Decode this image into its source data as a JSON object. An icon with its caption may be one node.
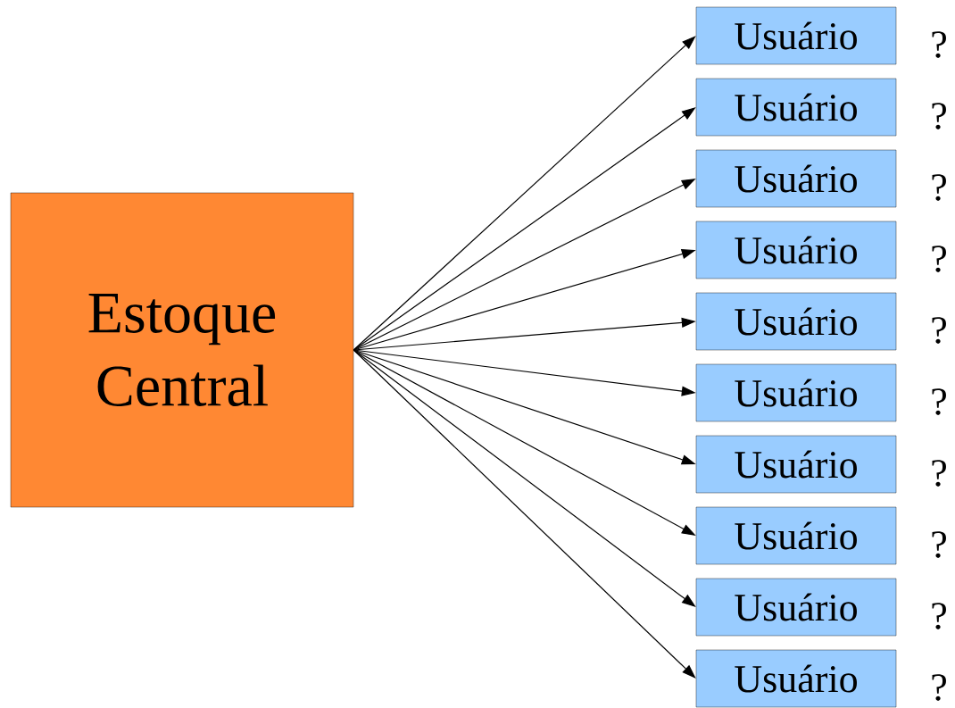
{
  "diagram": {
    "nodes": [
      {
        "text": [
          "Estoque Central"
        ]
      },
      {
        "text": [
          "Usuário"
        ],
        "beside": [
          "?"
        ]
      },
      {
        "text": [
          "Usuário"
        ],
        "beside": [
          "?"
        ]
      },
      {
        "text": [
          "Usuário"
        ],
        "beside": [
          "?"
        ]
      },
      {
        "text": [
          "Usuário"
        ],
        "beside": [
          "?"
        ]
      },
      {
        "text": [
          "Usuário"
        ],
        "beside": [
          "?"
        ]
      },
      {
        "text": [
          "Usuário"
        ],
        "beside": [
          "?"
        ]
      },
      {
        "text": [
          "Usuário"
        ],
        "beside": [
          "?"
        ]
      },
      {
        "text": [
          "Usuário"
        ],
        "beside": [
          "?"
        ]
      },
      {
        "text": [
          "Usuário"
        ],
        "beside": [
          "?"
        ]
      },
      {
        "text": [
          "Usuário"
        ],
        "beside": [
          "?"
        ]
      }
    ],
    "edges": [
      {
        "from": 0,
        "to": 1,
        "arrow": "to"
      },
      {
        "from": 0,
        "to": 2,
        "arrow": "to"
      },
      {
        "from": 0,
        "to": 3,
        "arrow": "to"
      },
      {
        "from": 0,
        "to": 4,
        "arrow": "to"
      },
      {
        "from": 0,
        "to": 5,
        "arrow": "to"
      },
      {
        "from": 0,
        "to": 6,
        "arrow": "to"
      },
      {
        "from": 0,
        "to": 7,
        "arrow": "to"
      },
      {
        "from": 0,
        "to": 8,
        "arrow": "to"
      },
      {
        "from": 0,
        "to": 9,
        "arrow": "to"
      },
      {
        "from": 0,
        "to": 10,
        "arrow": "to"
      }
    ]
  }
}
